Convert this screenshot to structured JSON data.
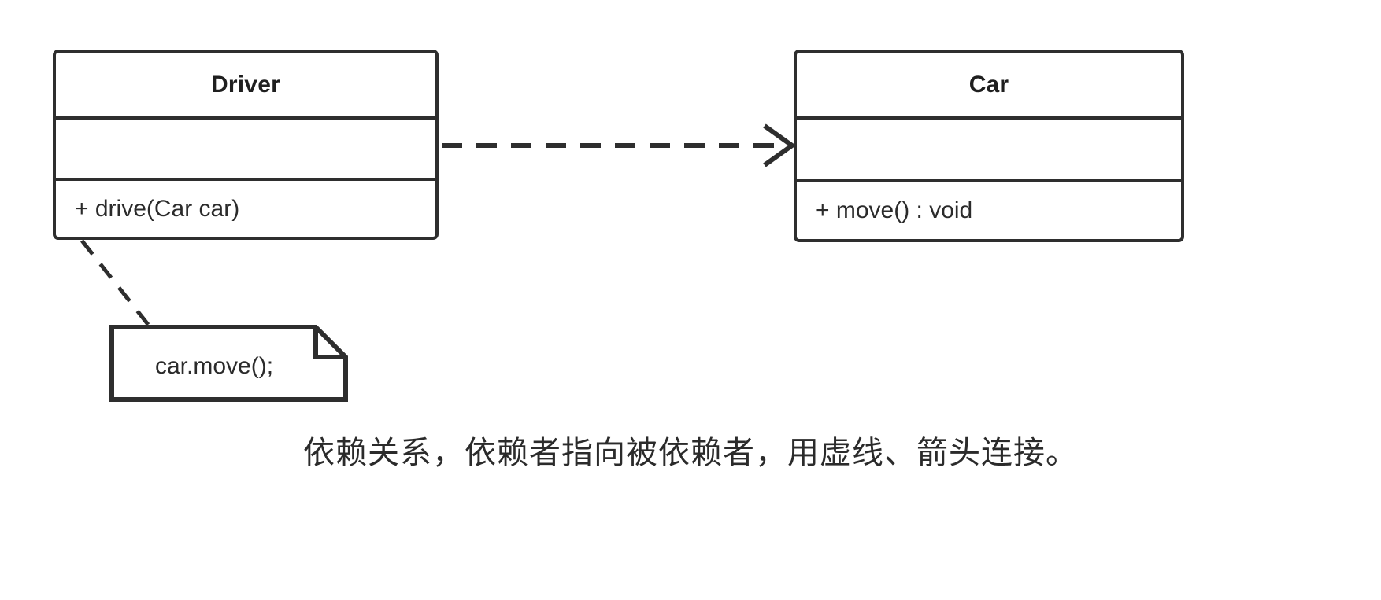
{
  "diagram": {
    "type": "uml-class-diagram",
    "topic": "dependency-relationship",
    "stroke_color": "#2e2e2e",
    "text_color": "#2b2b2b",
    "background_color": "#ffffff"
  },
  "classes": [
    {
      "id": "driver",
      "name": "Driver",
      "attributes": [],
      "methods": [
        "+ drive(Car car)"
      ]
    },
    {
      "id": "car",
      "name": "Car",
      "attributes": [],
      "methods": [
        "+ move() : void"
      ]
    }
  ],
  "note": {
    "text": "car.move();",
    "attached_to": "driver"
  },
  "relationship": {
    "kind": "dependency",
    "line_style": "dashed",
    "arrow_head": "open-arrow",
    "source": "Driver",
    "target": "Car"
  },
  "caption": {
    "text": "依赖关系，依赖者指向被依赖者，用虚线、箭头连接。"
  }
}
